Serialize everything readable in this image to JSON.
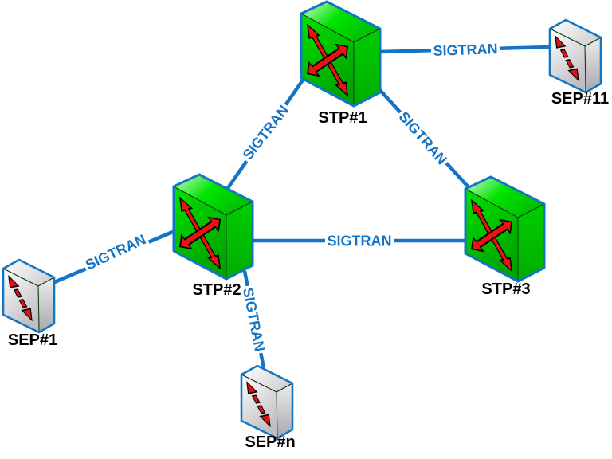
{
  "diagram": {
    "type": "network-topology",
    "background": "#ffffff",
    "colors": {
      "link": "#1373C4",
      "link_label": "#1373C4",
      "stp_node_green": "#00CC00",
      "sep_node_gray": "#E8E8EA",
      "arrow_red": "#EE1111",
      "node_label_text": "#000000",
      "node_border_blue": "#1276C4"
    },
    "icons": {
      "stp": "crossed-red-arrows-switch-cube",
      "sep": "red-dashed-arrow-endpoint-cube"
    },
    "nodes": [
      {
        "id": "stp1",
        "label": "STP#1",
        "type": "stp"
      },
      {
        "id": "stp2",
        "label": "STP#2",
        "type": "stp"
      },
      {
        "id": "stp3",
        "label": "STP#3",
        "type": "stp"
      },
      {
        "id": "sep1",
        "label": "SEP#1",
        "type": "sep"
      },
      {
        "id": "sep11",
        "label": "SEP#11",
        "type": "sep"
      },
      {
        "id": "sepn",
        "label": "SEP#n",
        "type": "sep"
      }
    ],
    "links": [
      {
        "from": "STP#1",
        "to": "SEP#11",
        "label": "SIGTRAN"
      },
      {
        "from": "STP#1",
        "to": "STP#2",
        "label": "SIGTRAN"
      },
      {
        "from": "STP#1",
        "to": "STP#3",
        "label": "SIGTRAN"
      },
      {
        "from": "STP#2",
        "to": "STP#3",
        "label": "SIGTRAN"
      },
      {
        "from": "SEP#1",
        "to": "STP#2",
        "label": "SIGTRAN"
      },
      {
        "from": "STP#2",
        "to": "SEP#n",
        "label": "SIGTRAN"
      }
    ]
  }
}
